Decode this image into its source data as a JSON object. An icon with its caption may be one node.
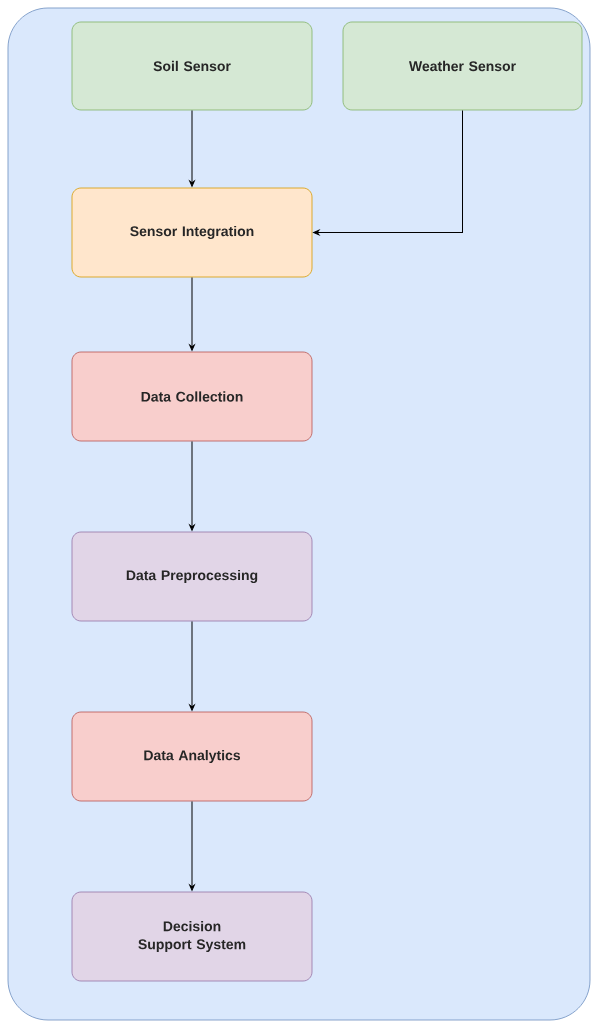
{
  "diagram": {
    "nodes": [
      {
        "text": [],
        "shape": "box"
      },
      {
        "text": [
          "Soil Sensor"
        ],
        "in": 0
      },
      {
        "text": [
          "Weather Sensor"
        ],
        "in": 0
      },
      {
        "text": [
          "Sensor Integration"
        ],
        "in": 0
      },
      {
        "text": [
          "Data Collection"
        ],
        "in": 0
      },
      {
        "text": [
          "Data Preprocessing"
        ],
        "in": 0
      },
      {
        "text": [
          "Data Analytics"
        ],
        "in": 0
      },
      {
        "text": [
          "Decision Support System"
        ],
        "in": 0
      }
    ],
    "edges": [
      {
        "from": 1,
        "to": 3,
        "arrow": "to"
      },
      {
        "from": 2,
        "to": 3,
        "arrow": "to"
      },
      {
        "from": 3,
        "to": 4,
        "arrow": "to"
      },
      {
        "from": 4,
        "to": 5,
        "arrow": "to"
      },
      {
        "from": 5,
        "to": 6,
        "arrow": "to"
      },
      {
        "from": 6,
        "to": 7,
        "arrow": "to"
      }
    ]
  }
}
